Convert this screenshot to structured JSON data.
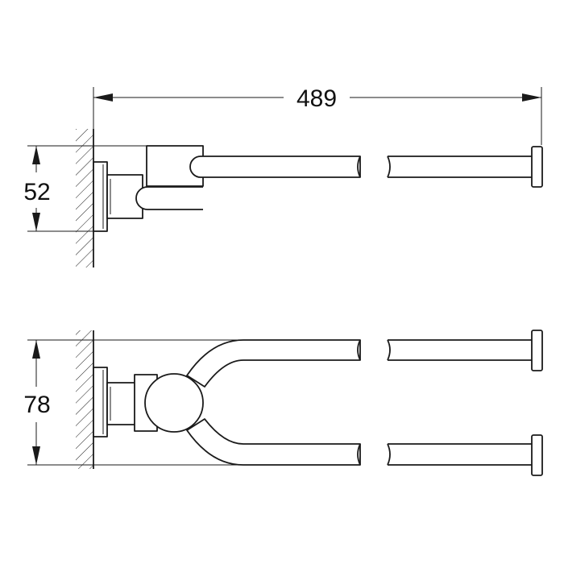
{
  "drawing": {
    "dimensions": {
      "length": "489",
      "top_height": "52",
      "bottom_height": "78"
    },
    "colors": {
      "line": "#1a1a1a",
      "background": "#ffffff"
    }
  }
}
